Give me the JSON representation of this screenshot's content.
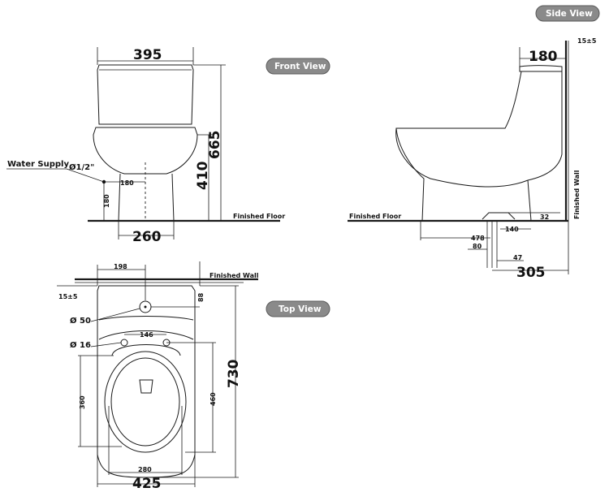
{
  "views": {
    "front": "Front View",
    "side": "Side View",
    "top": "Top View"
  },
  "labels": {
    "finished_floor": "Finished Floor",
    "finished_wall": "Finished Wall",
    "water_supply": "Water Supply",
    "water_supply_size": "Ø1/2\""
  },
  "front_dims": {
    "width_top": "395",
    "height_total": "665",
    "height_seat": "410",
    "base_width": "260",
    "outlet_offset": "180",
    "supply_height": "180"
  },
  "side_dims": {
    "tank_depth": "180",
    "wall_gap": "15±5",
    "rough_in": "305",
    "d478": "478",
    "d140": "140",
    "d80": "80",
    "d47": "47",
    "d32": "32"
  },
  "top_dims": {
    "d198": "198",
    "wall_gap": "15±5",
    "d88": "88",
    "hole50": "Ø 50",
    "d146": "146",
    "hole16": "Ø 16",
    "depth_total": "730",
    "d360": "360",
    "d460": "460",
    "d280": "280",
    "width_total": "425"
  }
}
